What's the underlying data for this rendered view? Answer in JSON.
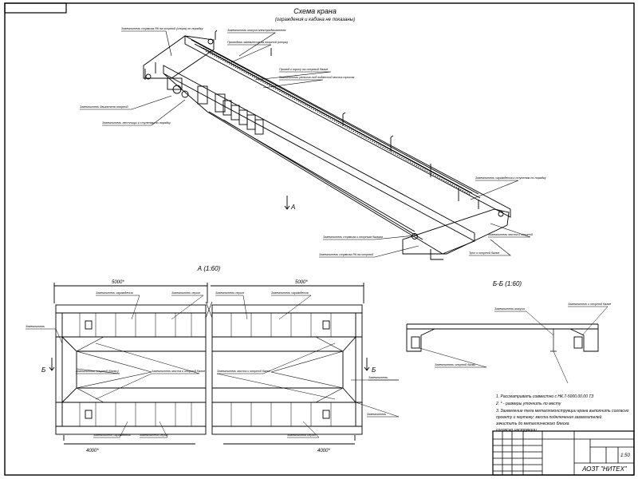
{
  "title_block": {
    "corner_stamp": "",
    "scale": "1:50",
    "organization": "АОЗТ \"НИТЕХ\""
  },
  "isometric": {
    "title": "Схема крана",
    "subtitle": "(ограждения и кабина не показаны)",
    "view_marker": "А",
    "callouts": [
      "Заземлитель тормоза РА на опорной (опора) по порядку",
      "Заземлитель кожуха электродвигателя",
      "Проводник заземления на опорной (опора)",
      "Провод к тросу на опорный балке",
      "Заземлитель рельсов под подвесной моста тросом",
      "Заземлитель двигателя опорной",
      "Заземлитель лестницы к ступеням по порядку",
      "Заземлитель ограждения к ступеням по порядку",
      "Заземлитель моста к опорной",
      "Трос к опорной балке",
      "Заземлитель тормоза к опорным балкам",
      "Заземлитель тормоза РА на опорной"
    ]
  },
  "plan_view": {
    "title": "А (1:60)",
    "dim_left": "5000*",
    "dim_right": "5000*",
    "dim_bottom_left": "4000*",
    "dim_bottom_right": "4000*",
    "section_marker": "Б",
    "callouts": [
      "Заземлитель ограждения",
      "Заземлитель перил",
      "Заземлитель перил",
      "Заземлитель ограждения",
      "Заземлитель",
      "Заземлитель опорной [балки]",
      "Заземлитель моста к опорной балке",
      "Заземлитель моста к опорной балке",
      "Заземлитель",
      "Заземлитель ограждения",
      "Заземлитель перил",
      "Заземлитель перил",
      "Заземлитель"
    ]
  },
  "section_view": {
    "title": "Б-Б (1:60)",
    "callouts": [
      "Заземлитель кожуха",
      "Заземлитель к опорной балке",
      "Заземлитель опорной балки"
    ]
  },
  "notes": [
    "1. Рассматривать совместно с НК.7-5000.00.00 ТЗ",
    "2. * - размеры уточнить по месту",
    "3. Заземление тела металлоконструкции крана выполнить согласно",
    "     проекту и чертежу; места подключения заземлителей",
    "     зачистить до металлического блеска",
    "     согласно инструкции"
  ]
}
